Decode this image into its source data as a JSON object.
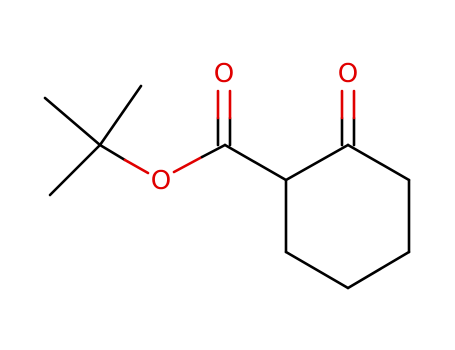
{
  "molecule": {
    "atoms": {
      "o_carbonyl_ester": {
        "label": "O",
        "color": "#e00000"
      },
      "o_ketone": {
        "label": "O",
        "color": "#e00000"
      },
      "o_ester": {
        "label": "O",
        "color": "#e00000"
      }
    },
    "colors": {
      "carbon_bond": "#000000",
      "oxygen": "#e00000"
    }
  }
}
